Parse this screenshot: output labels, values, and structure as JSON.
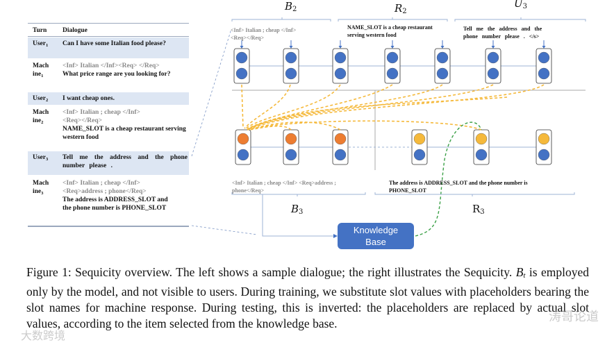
{
  "dialogue_table": {
    "headers": {
      "turn": "Turn",
      "dialogue": "Dialogue"
    },
    "rows": [
      {
        "role": "User",
        "sub": "1",
        "kind": "user",
        "lines_gray": [],
        "lines": [
          "Can I have some Italian food please?"
        ]
      },
      {
        "role": "Mach ine",
        "sub": "1",
        "kind": "machine",
        "lines_gray": [
          "<Inf> Italian </Inf><Req> </Req>"
        ],
        "lines": [
          "What price range are you looking for?"
        ]
      },
      {
        "role": "User",
        "sub": "2",
        "kind": "user",
        "lines_gray": [],
        "lines": [
          "I want cheap ones."
        ]
      },
      {
        "role": "Mach ine",
        "sub": "2",
        "kind": "machine",
        "lines_gray": [
          "<Inf> Italian ; cheap </Inf>",
          "<Req></Req>"
        ],
        "lines": [
          "NAME_SLOT is a cheap restaurant serving western food"
        ]
      },
      {
        "role": "User",
        "sub": "3",
        "kind": "user",
        "lines_gray": [],
        "lines": [
          "Tell me the address and the phone number please ."
        ]
      },
      {
        "role": "Mach ine",
        "sub": "3",
        "kind": "machine",
        "lines_gray": [
          "<Inf> Italian ; cheap </Inf>",
          "<Req>address ; phone</Req>"
        ],
        "lines": [
          "The address is ADDRESS_SLOT and the phone number is PHONE_SLOT"
        ]
      }
    ]
  },
  "diagram": {
    "top_labels": {
      "b2": "B",
      "b2_sub": "2",
      "r2": "R",
      "r2_sub": "2",
      "u3": "U",
      "u3_sub": "3"
    },
    "top_texts": {
      "b2_line1": "<Inf> Italian ; cheap </Inf>",
      "b2_line2": "<Req></Req>",
      "r2_line1": "NAME_SLOT is a cheap restaurant",
      "r2_line2": "serving western food",
      "u3_line1": "Tell me the address and the",
      "u3_line2": "phone number please . </s>"
    },
    "bottom_texts": {
      "b3_line1": "<Inf> Italian ; cheap </Inf> <Req>address ;",
      "b3_line2": "phone</Req>",
      "r3_line1": "The address is ADDRESS_SLOT and the phone number is",
      "r3_line2": "PHONE_SLOT"
    },
    "bottom_labels": {
      "b3": "B",
      "b3_sub": "3",
      "r3": "R",
      "r3_sub": "3"
    },
    "knowledge_base": {
      "line1": "Knowledge",
      "line2": "Base"
    },
    "colors": {
      "blue": "#4472c4",
      "orange": "#ed7d31",
      "yellow": "#f5b93b",
      "green_dash": "#3aa046",
      "line": "#9db3d6"
    }
  },
  "caption": {
    "text": "Figure 1: Sequicity overview. The left shows a sample dialogue; the right illustrates the Sequicity. ",
    "math": "B",
    "math_sub": "t",
    "text2": " is employed only by the model, and not visible to users. During training, we substitute slot values with placeholders bearing the slot names for machine response. During testing, this is inverted: the placeholders are replaced by actual slot values, according to the item selected from the knowledge base."
  },
  "watermarks": {
    "left": "大数跨境",
    "right": "涛哥论道"
  }
}
